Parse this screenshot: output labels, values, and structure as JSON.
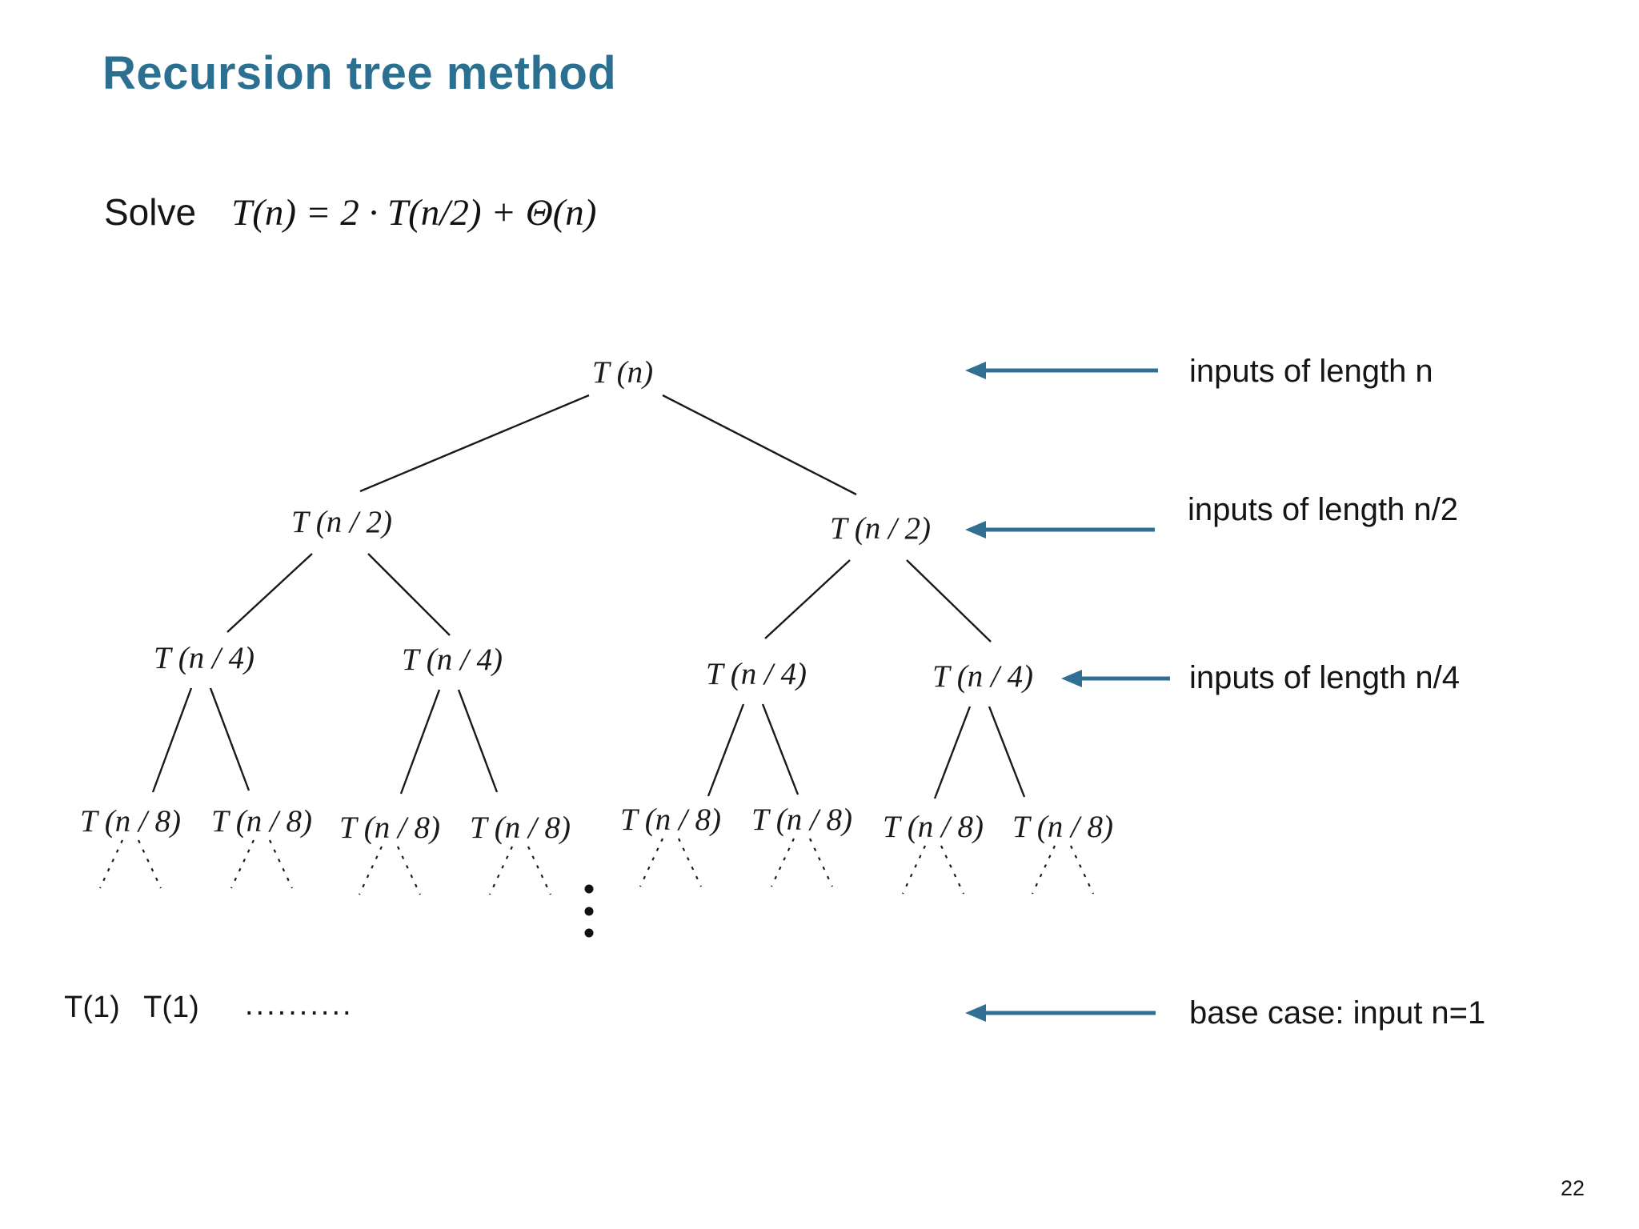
{
  "slide": {
    "title": "Recursion tree method",
    "page_number": "22"
  },
  "problem": {
    "solve_label": "Solve",
    "equation": "T(n) = 2 · T(n/2) + Θ(n)"
  },
  "tree": {
    "root_label": "T (n)",
    "level2_label": "T (n / 2)",
    "level3_label": "T (n / 4)",
    "level4_label": "T (n / 8)",
    "leaf_label": "T(1)",
    "leaf_ellipsis": "..........",
    "vertical_ellipsis": "⋮"
  },
  "annotations": {
    "labels": [
      {
        "icon": "left-arrow",
        "text": "inputs of length n"
      },
      {
        "icon": "left-arrow",
        "text": "inputs of length n/2"
      },
      {
        "icon": "left-arrow",
        "text": "inputs of length n/4"
      },
      {
        "icon": "left-arrow",
        "text": "base case: input n=1"
      }
    ]
  },
  "colors": {
    "title": "#2B7091",
    "arrow": "#316F93",
    "text": "#151515"
  }
}
